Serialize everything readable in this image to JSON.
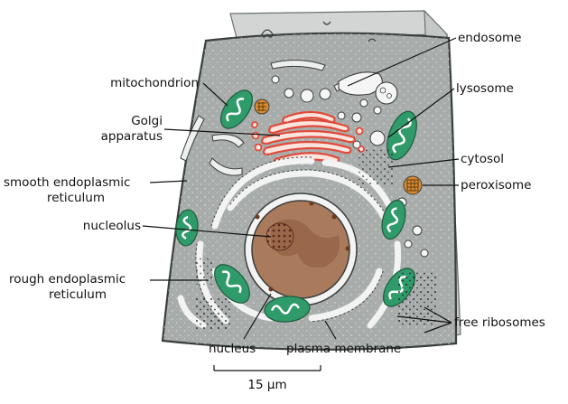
{
  "labels": {
    "endosome": "endosome",
    "mitochondrion": "mitochondrion",
    "lysosome": "lysosome",
    "golgi_line1": "Golgi",
    "golgi_line2": "apparatus",
    "cytosol": "cytosol",
    "smooth_er_line1": "smooth endoplasmic",
    "smooth_er_line2": "reticulum",
    "peroxisome": "peroxisome",
    "nucleolus": "nucleolus",
    "rough_er_line1": "rough endoplasmic",
    "rough_er_line2": "reticulum",
    "free_ribosomes": "free ribosomes",
    "nucleus": "nucleus",
    "plasma_membrane": "plasma membrane"
  },
  "scale_bar": {
    "label": "15 μm"
  },
  "colors": {
    "cell_outer": "#bfc3c1",
    "cell_inner": "#9ea3a1",
    "cytoplasm": "#a9aeac",
    "membrane_white": "#f3f4f3",
    "mitochondria": "#2f9a6a",
    "golgi": "#e85a4a",
    "nucleus": "#b08060",
    "peroxisome": "#d98a2e"
  }
}
